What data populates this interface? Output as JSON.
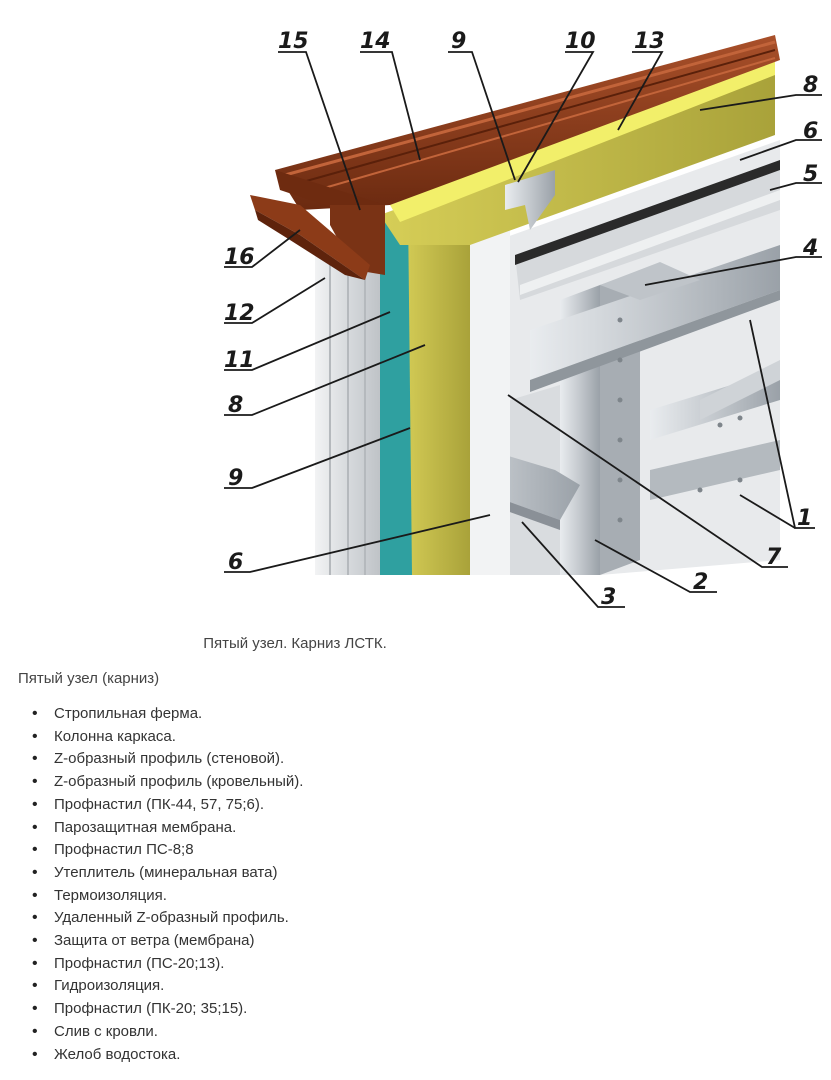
{
  "figure": {
    "callouts": [
      "15",
      "14",
      "9",
      "10",
      "13",
      "8",
      "6",
      "5",
      "4",
      "16",
      "12",
      "11",
      "8",
      "9",
      "6",
      "3",
      "2",
      "7",
      "1"
    ],
    "colors": {
      "roof": "#8a3a1a",
      "insulation": "#c8c04a",
      "membrane": "#2fa0a0",
      "steel": "#c9ced3",
      "yellow_layer": "#f2ef6a"
    }
  },
  "caption": "Пятый узел. Карниз ЛСТК.",
  "section_title": "Пятый узел (карниз)",
  "parts": [
    "Стропильная ферма.",
    "Колонна каркаса.",
    "Z-образный профиль (стеновой).",
    "Z-образный профиль (кровельный).",
    "Профнастил (ПК-44, 57, 75;6).",
    "Парозащитная мембрана.",
    "Профнастил ПС-8;8",
    "Утеплитель (минеральная вата)",
    "Термоизоляция.",
    "Удаленный Z-образный профиль.",
    "Защита от ветра (мембрана)",
    "Профнастил (ПС-20;13).",
    "Гидроизоляция.",
    "Профнастил (ПК-20; 35;15).",
    "Слив с кровли.",
    "Желоб водостока."
  ]
}
